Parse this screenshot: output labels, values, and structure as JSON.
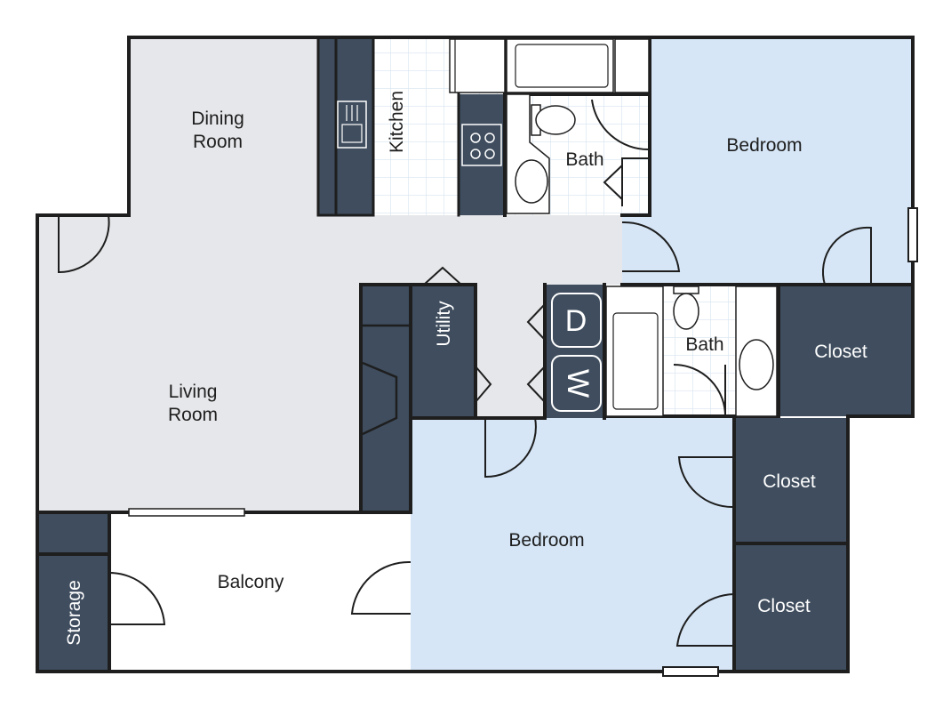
{
  "colors": {
    "wall": "#1e1e1e",
    "common_floor": "#e6e7ea",
    "bedroom_floor": "#d6e6f6",
    "storage_fill": "#3f4d5e",
    "balcony_floor": "#ffffff",
    "tile_grid": "#d7e4ef",
    "fixture_fill": "#ffffff"
  },
  "rooms": {
    "dining_line1": "Dining",
    "dining_line2": "Room",
    "kitchen": "Kitchen",
    "living_line1": "Living",
    "living_line2": "Room",
    "utility": "Utility",
    "bath_top": "Bath",
    "bath_middle": "Bath",
    "bedroom_top": "Bedroom",
    "bedroom_bottom": "Bedroom",
    "closet_right": "Closet",
    "closet_bottom_upper": "Closet",
    "closet_bottom_lower": "Closet",
    "balcony": "Balcony",
    "storage": "Storage"
  },
  "appliances": {
    "dryer_letter": "D",
    "washer_letter": "W",
    "stove_icon": "stove-icon",
    "sink_icon": "kitchen-sink-icon",
    "toilet_icon": "toilet-icon",
    "bathtub_icon": "bathtub-icon",
    "fridge_icon": "refrigerator-icon",
    "door_icon": "door-swing-icon"
  }
}
